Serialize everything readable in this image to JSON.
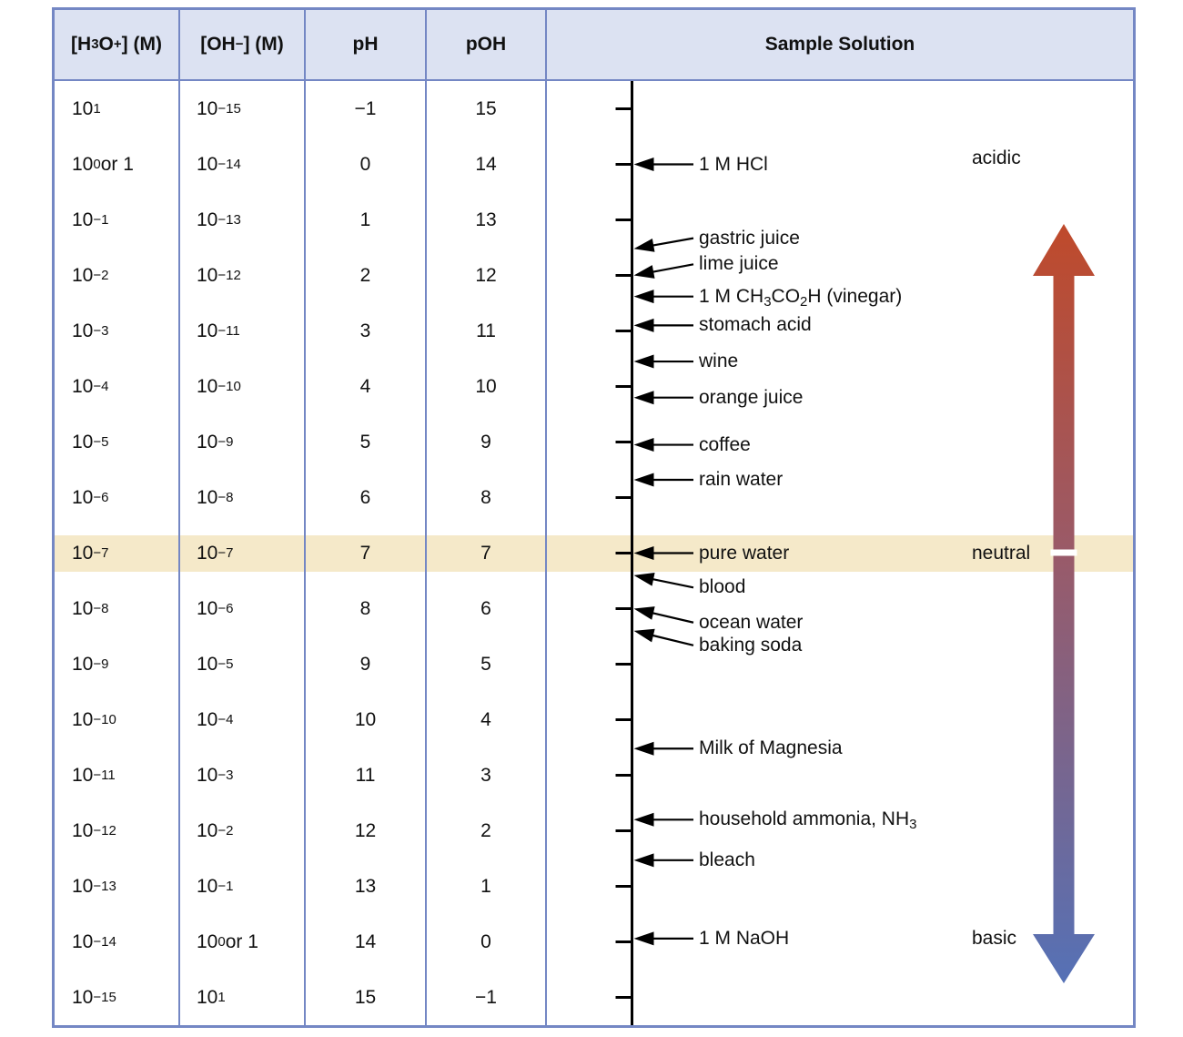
{
  "figure": {
    "table": {
      "headers": [
        "[H_3O^+] (M)",
        "[OH^−] (M)",
        "pH",
        "pOH",
        "Sample Solution"
      ],
      "rows": [
        {
          "h3o": "10^1",
          "oh": "10^-15",
          "ph": "−1",
          "poh": "15"
        },
        {
          "h3o": "10^0 or 1",
          "oh": "10^-14",
          "ph": "0",
          "poh": "14"
        },
        {
          "h3o": "10^-1",
          "oh": "10^-13",
          "ph": "1",
          "poh": "13"
        },
        {
          "h3o": "10^-2",
          "oh": "10^-12",
          "ph": "2",
          "poh": "12"
        },
        {
          "h3o": "10^-3",
          "oh": "10^-11",
          "ph": "3",
          "poh": "11"
        },
        {
          "h3o": "10^-4",
          "oh": "10^-10",
          "ph": "4",
          "poh": "10"
        },
        {
          "h3o": "10^-5",
          "oh": "10^-9",
          "ph": "5",
          "poh": "9"
        },
        {
          "h3o": "10^-6",
          "oh": "10^-8",
          "ph": "6",
          "poh": "8"
        },
        {
          "h3o": "10^-7",
          "oh": "10^-7",
          "ph": "7",
          "poh": "7",
          "highlight": true
        },
        {
          "h3o": "10^-8",
          "oh": "10^-6",
          "ph": "8",
          "poh": "6"
        },
        {
          "h3o": "10^-9",
          "oh": "10^-5",
          "ph": "9",
          "poh": "5"
        },
        {
          "h3o": "10^-10",
          "oh": "10^-4",
          "ph": "10",
          "poh": "4"
        },
        {
          "h3o": "10^-11",
          "oh": "10^-3",
          "ph": "11",
          "poh": "3"
        },
        {
          "h3o": "10^-12",
          "oh": "10^-2",
          "ph": "12",
          "poh": "2"
        },
        {
          "h3o": "10^-13",
          "oh": "10^-1",
          "ph": "13",
          "poh": "1"
        },
        {
          "h3o": "10^-14",
          "oh": "10^0 or 1",
          "ph": "14",
          "poh": "0"
        },
        {
          "h3o": "10^-15",
          "oh": "10^1",
          "ph": "15",
          "poh": "−1"
        }
      ]
    },
    "scale": {
      "ph_min": -1,
      "ph_max": 15,
      "samples": [
        {
          "label": "1 M HCl",
          "ph": 0,
          "label_ph": 0,
          "arrow": "horizontal"
        },
        {
          "label": "gastric juice",
          "ph": 1.52,
          "label_ph": 1.33,
          "arrow": "diagonal"
        },
        {
          "label": "lime juice",
          "ph": 2.0,
          "label_ph": 1.8,
          "arrow": "diagonal"
        },
        {
          "label": "1 M CH_3CO_2H (vinegar)",
          "ph": 2.38,
          "label_ph": 2.38,
          "arrow": "horizontal"
        },
        {
          "label": "stomach acid",
          "ph": 2.9,
          "label_ph": 2.9,
          "arrow": "horizontal"
        },
        {
          "label": "wine",
          "ph": 3.55,
          "label_ph": 3.55,
          "arrow": "horizontal"
        },
        {
          "label": "orange juice",
          "ph": 4.2,
          "label_ph": 4.2,
          "arrow": "horizontal"
        },
        {
          "label": "coffee",
          "ph": 5.05,
          "label_ph": 5.05,
          "arrow": "horizontal"
        },
        {
          "label": "rain water",
          "ph": 5.68,
          "label_ph": 5.68,
          "arrow": "horizontal"
        },
        {
          "label": "pure water",
          "ph": 7.0,
          "label_ph": 7.0,
          "arrow": "horizontal"
        },
        {
          "label": "blood",
          "ph": 7.4,
          "label_ph": 7.62,
          "arrow": "diagonal"
        },
        {
          "label": "ocean water",
          "ph": 8.0,
          "label_ph": 8.25,
          "arrow": "diagonal"
        },
        {
          "label": "baking soda",
          "ph": 8.4,
          "label_ph": 8.66,
          "arrow": "diagonal"
        },
        {
          "label": "Milk of Magnesia",
          "ph": 10.52,
          "label_ph": 10.52,
          "arrow": "horizontal"
        },
        {
          "label": "household ammonia, NH_3",
          "ph": 11.8,
          "label_ph": 11.8,
          "arrow": "horizontal"
        },
        {
          "label": "bleach",
          "ph": 12.53,
          "label_ph": 12.53,
          "arrow": "horizontal"
        },
        {
          "label": "1 M NaOH",
          "ph": 13.94,
          "label_ph": 13.94,
          "arrow": "horizontal"
        }
      ],
      "zones": [
        {
          "label": "acidic",
          "ph": -0.1
        },
        {
          "label": "neutral",
          "ph": 7.0
        },
        {
          "label": "basic",
          "ph": 13.94
        }
      ]
    },
    "colors": {
      "border": "#7487c4",
      "header_bg": "#dce2f2",
      "highlight_band": "#f5e9c9",
      "arrow_acidic": "#bf4a2b",
      "arrow_neutral_mid": "#9a5a68",
      "arrow_basic": "#5571b6",
      "axis": "#000000",
      "notch": "#ffffff"
    }
  }
}
